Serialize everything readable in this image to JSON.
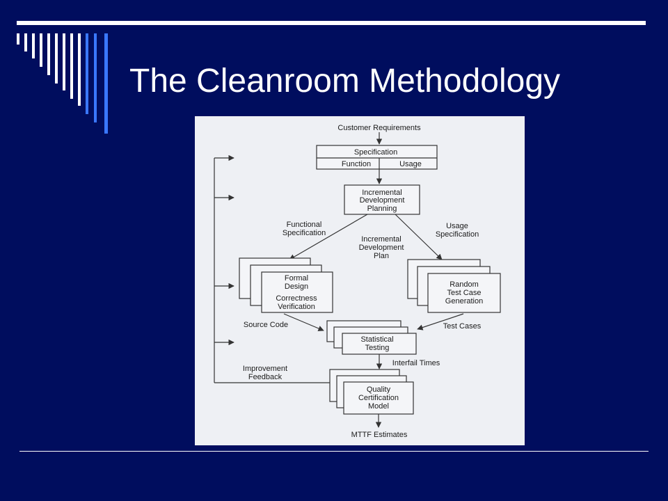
{
  "slide": {
    "title": "The Cleanroom Methodology",
    "background_color": "#000d5e",
    "accent_bar_colors": [
      "#ffffff",
      "#3a78ff"
    ]
  },
  "diagram": {
    "customer_requirements": "Customer Requirements",
    "specification": "Specification",
    "function": "Function",
    "usage": "Usage",
    "planning": [
      "Incremental",
      "Development",
      "Planning"
    ],
    "functional_spec": [
      "Functional",
      "Specification"
    ],
    "usage_spec": [
      "Usage",
      "Specification"
    ],
    "plan": [
      "Incremental",
      "Development",
      "Plan"
    ],
    "formal_design": [
      "Formal",
      "Design"
    ],
    "correctness": [
      "Correctness",
      "Verification"
    ],
    "random_test": [
      "Random",
      "Test Case",
      "Generation"
    ],
    "source_code": "Source Code",
    "test_cases": "Test Cases",
    "statistical_testing": [
      "Statistical",
      "Testing"
    ],
    "interfail_times": "Interfail Times",
    "improvement_feedback": [
      "Improvement",
      "Feedback"
    ],
    "quality_cert": [
      "Quality",
      "Certification",
      "Model"
    ],
    "mttf": "MTTF Estimates"
  }
}
